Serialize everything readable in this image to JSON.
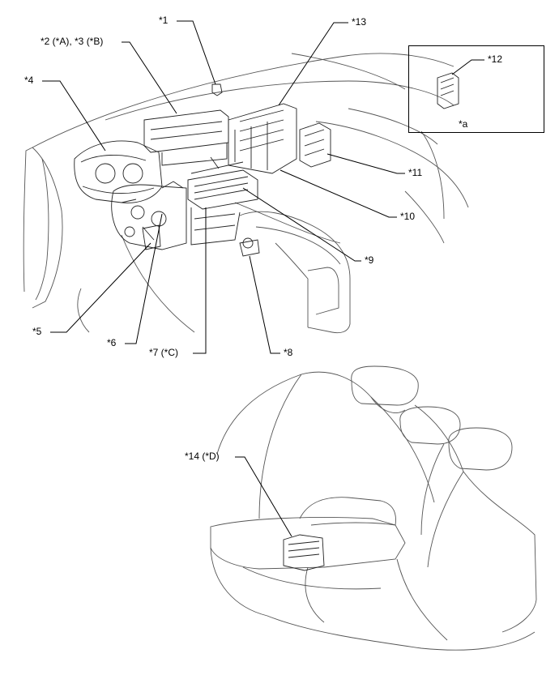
{
  "callouts": {
    "c1": "*1",
    "c2": "*2 (*A), *3 (*B)",
    "c4": "*4",
    "c5": "*5",
    "c6": "*6",
    "c7": "*7 (*C)",
    "c8": "*8",
    "c9": "*9",
    "c10": "*10",
    "c11": "*11",
    "c12": "*12",
    "c13": "*13",
    "c14": "*14 (*D)",
    "ca": "*a"
  }
}
